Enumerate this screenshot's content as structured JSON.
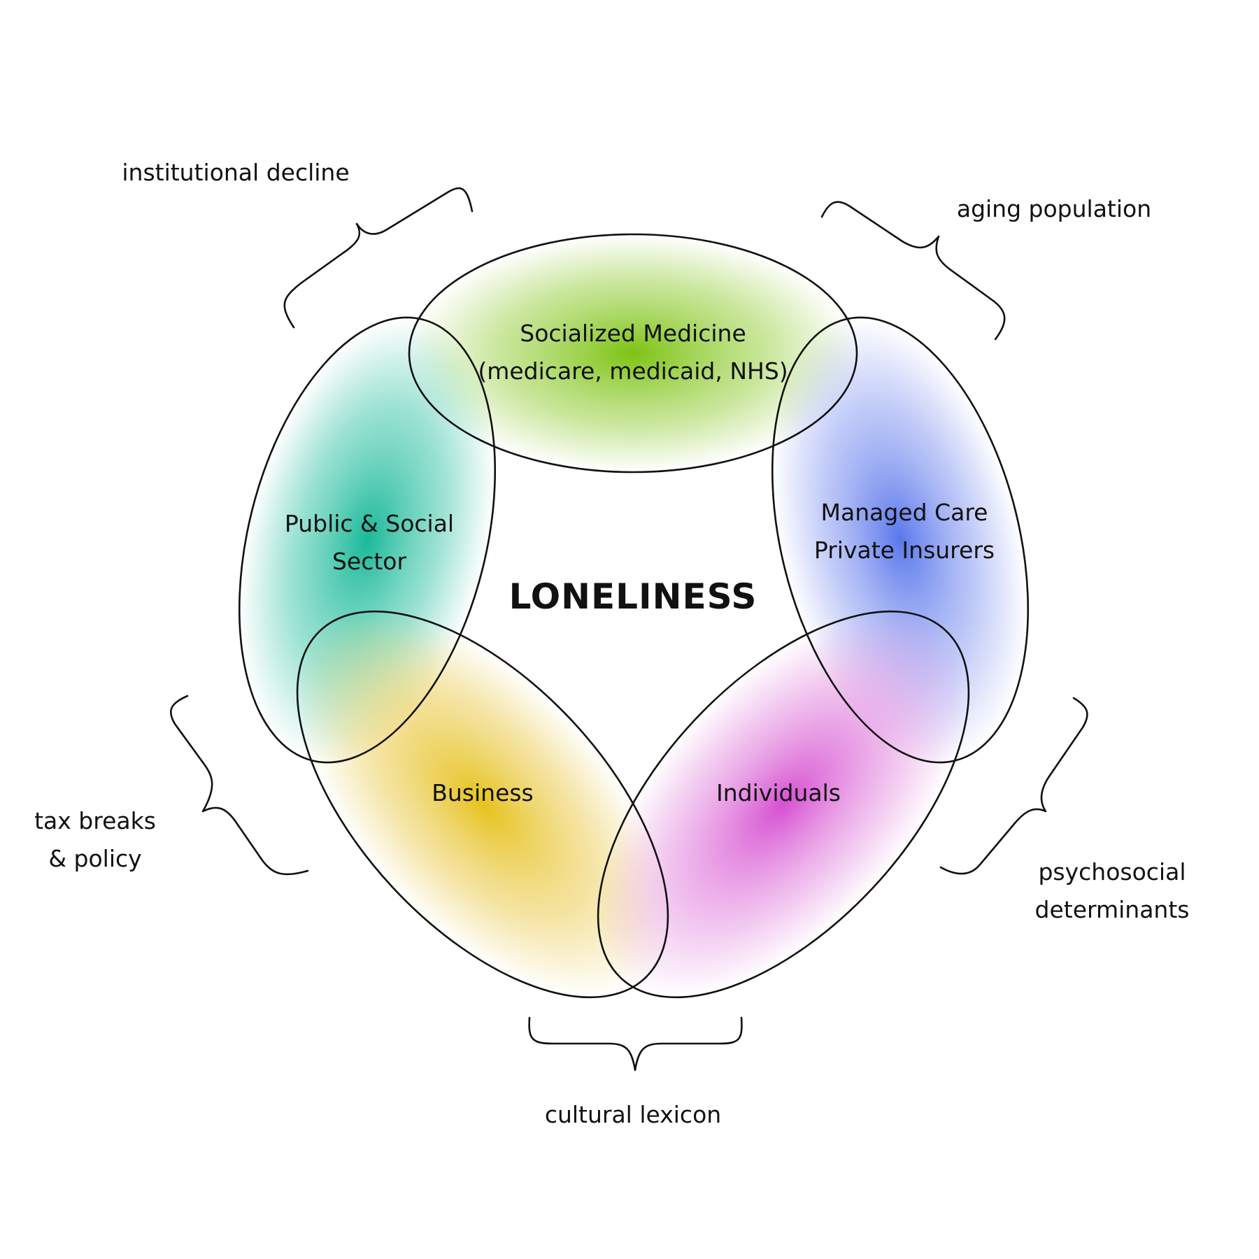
{
  "title": "LONELINESS",
  "blobs": [
    {
      "id": "green",
      "label": "Socialized Medicine",
      "sub": "(medicare, medicaid, NHS)",
      "color": "#7cc313"
    },
    {
      "id": "teal",
      "label": "Public & Social",
      "sub": "Sector",
      "color": "#1ab89a"
    },
    {
      "id": "blue",
      "label": "Managed Care",
      "sub": "Private Insurers",
      "color": "#5a78ec"
    },
    {
      "id": "yellow",
      "label": "Business",
      "sub": "",
      "color": "#e6c21d"
    },
    {
      "id": "purple",
      "label": "Individuals",
      "sub": "",
      "color": "#d750d2"
    }
  ],
  "factors": {
    "top_left": "institutional decline",
    "top_right": "aging population",
    "left_1": "tax breaks",
    "left_2": "& policy",
    "right_1": "psychosocial",
    "right_2": "determinants",
    "bottom": "cultural lexicon"
  }
}
